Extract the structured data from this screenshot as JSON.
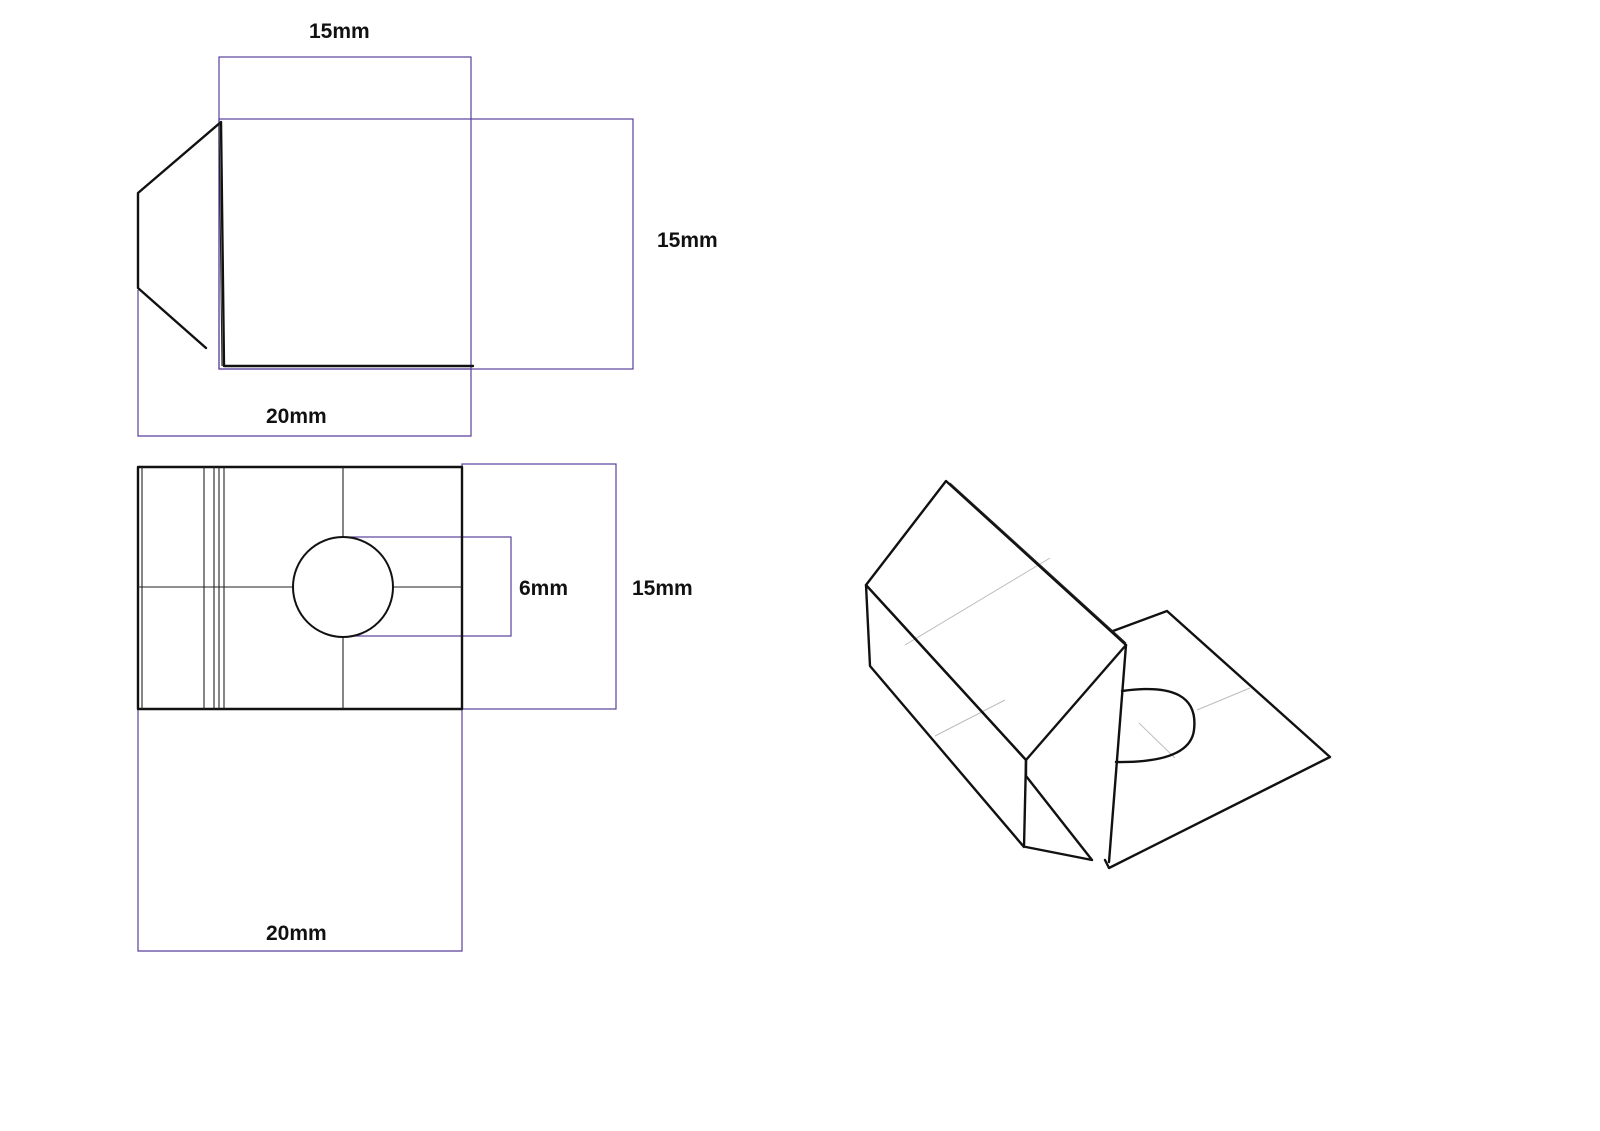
{
  "side_view": {
    "top_dimension": "15mm",
    "right_dimension": "15mm",
    "bottom_dimension": "20mm"
  },
  "top_view": {
    "hole_dimension": "6mm",
    "right_dimension": "15mm",
    "bottom_dimension": "20mm"
  },
  "colors": {
    "dimension_lines": "#5a3f9c",
    "part_lines": "#111111",
    "background": "#ffffff"
  }
}
